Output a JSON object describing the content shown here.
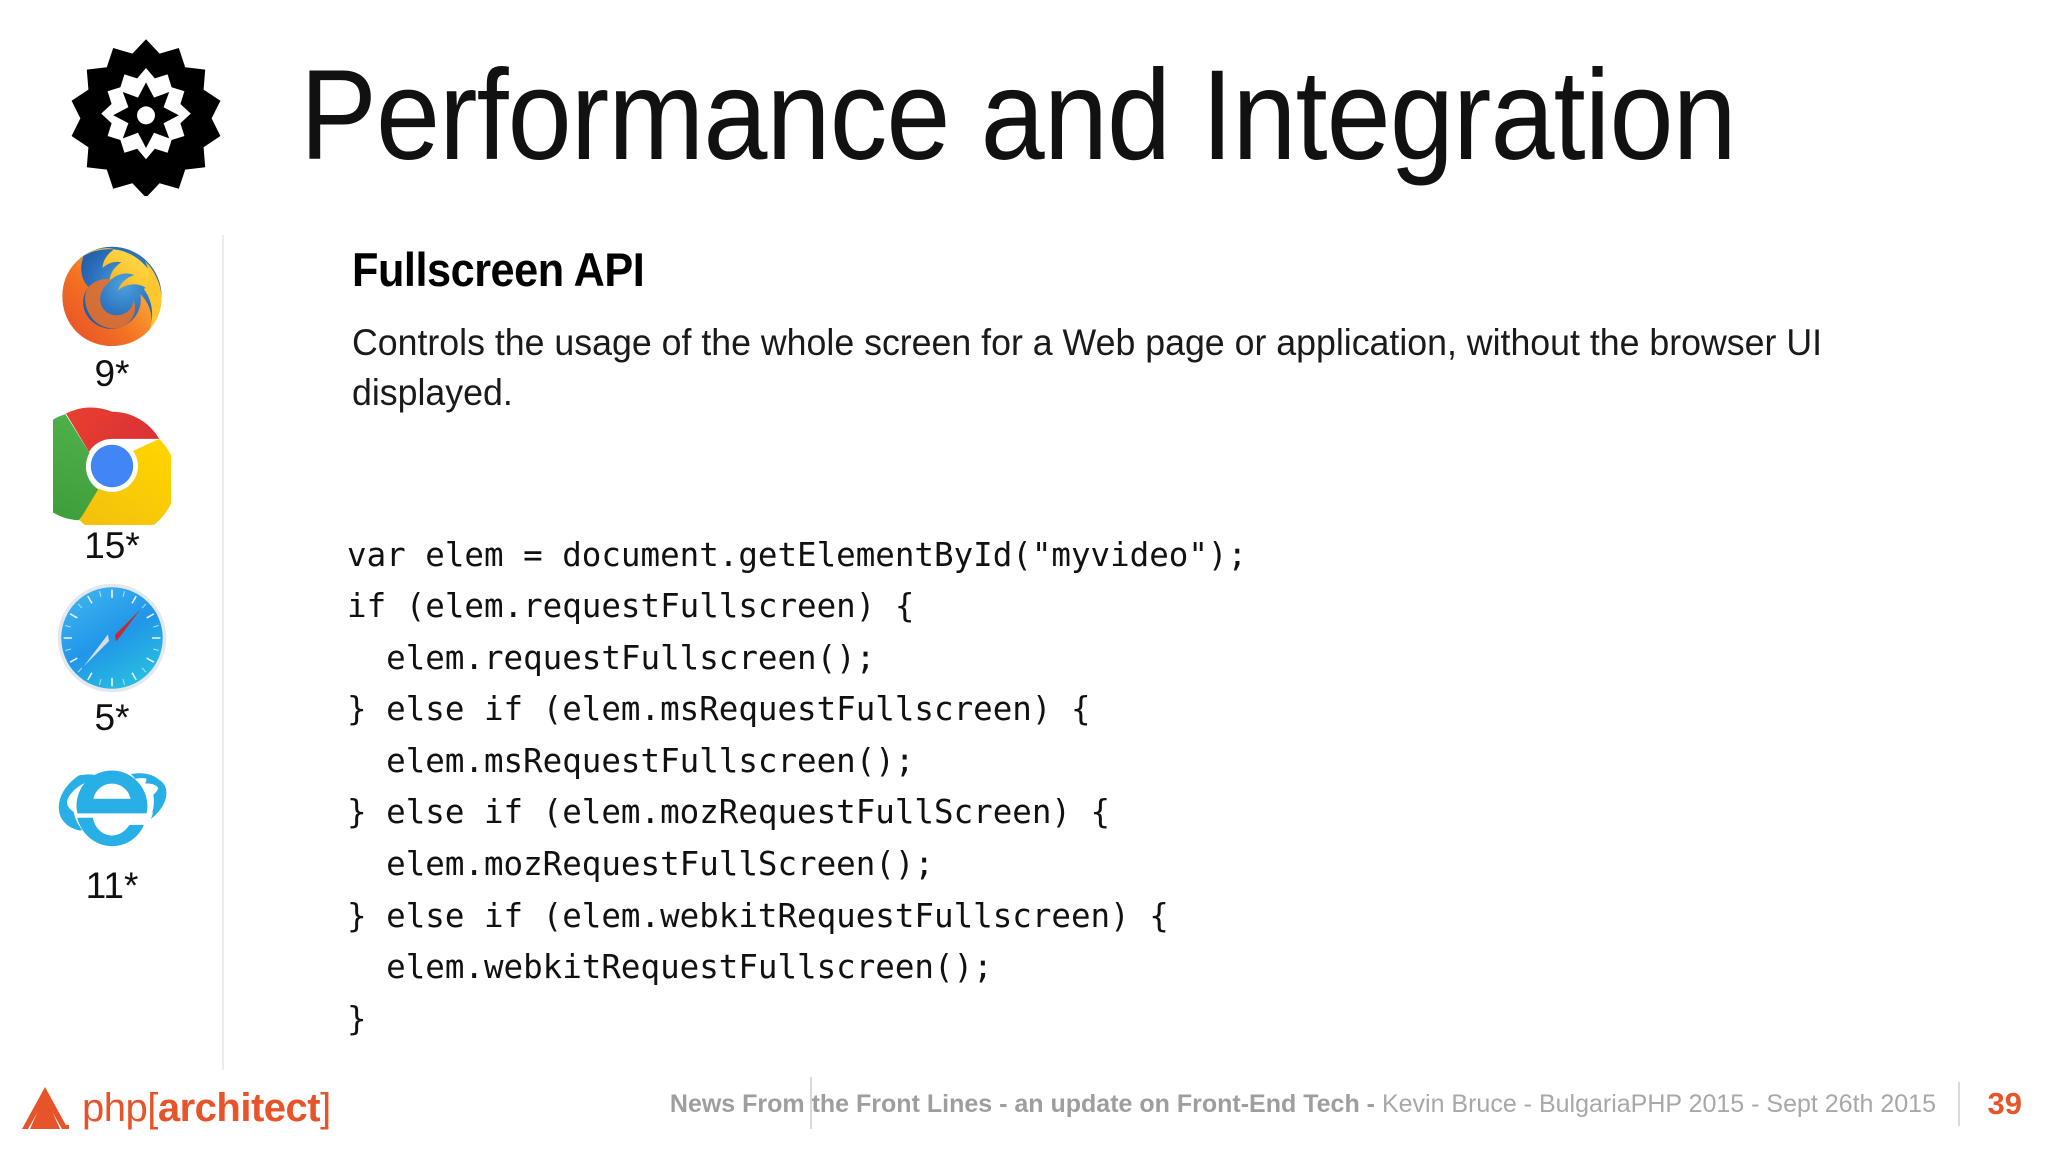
{
  "slide": {
    "title": "Performance and Integration",
    "logo_icon": "gear-flower-icon"
  },
  "section": {
    "heading": "Fullscreen API",
    "description": "Controls the usage of the whole screen for a Web page or application, without the browser UI displayed."
  },
  "code": {
    "language": "javascript",
    "text": "var elem = document.getElementById(\"myvideo\");\nif (elem.requestFullscreen) {\n  elem.requestFullscreen();\n} else if (elem.msRequestFullscreen) {\n  elem.msRequestFullscreen();\n} else if (elem.mozRequestFullScreen) {\n  elem.mozRequestFullScreen();\n} else if (elem.webkitRequestFullscreen) {\n  elem.webkitRequestFullscreen();\n}"
  },
  "browser_support": [
    {
      "name": "Firefox",
      "icon": "firefox-icon",
      "version": "9*"
    },
    {
      "name": "Chrome",
      "icon": "chrome-icon",
      "version": "15*"
    },
    {
      "name": "Safari",
      "icon": "safari-icon",
      "version": "5*"
    },
    {
      "name": "Internet Explorer",
      "icon": "internet-explorer-icon",
      "version": "11*"
    }
  ],
  "footer": {
    "logo_text_light": "php[",
    "logo_text_bold": "architect",
    "logo_text_close": "]",
    "talk_title": "News From the Front Lines - an update on Front-End Tech - ",
    "speaker_meta": "Kevin Bruce - BulgariaPHP 2015 - Sept 26th 2015",
    "page_number": "39"
  },
  "colors": {
    "brand_orange": "#e8542a",
    "footer_gray": "#a8a8a8",
    "divider_gray": "#d9d9d9"
  }
}
